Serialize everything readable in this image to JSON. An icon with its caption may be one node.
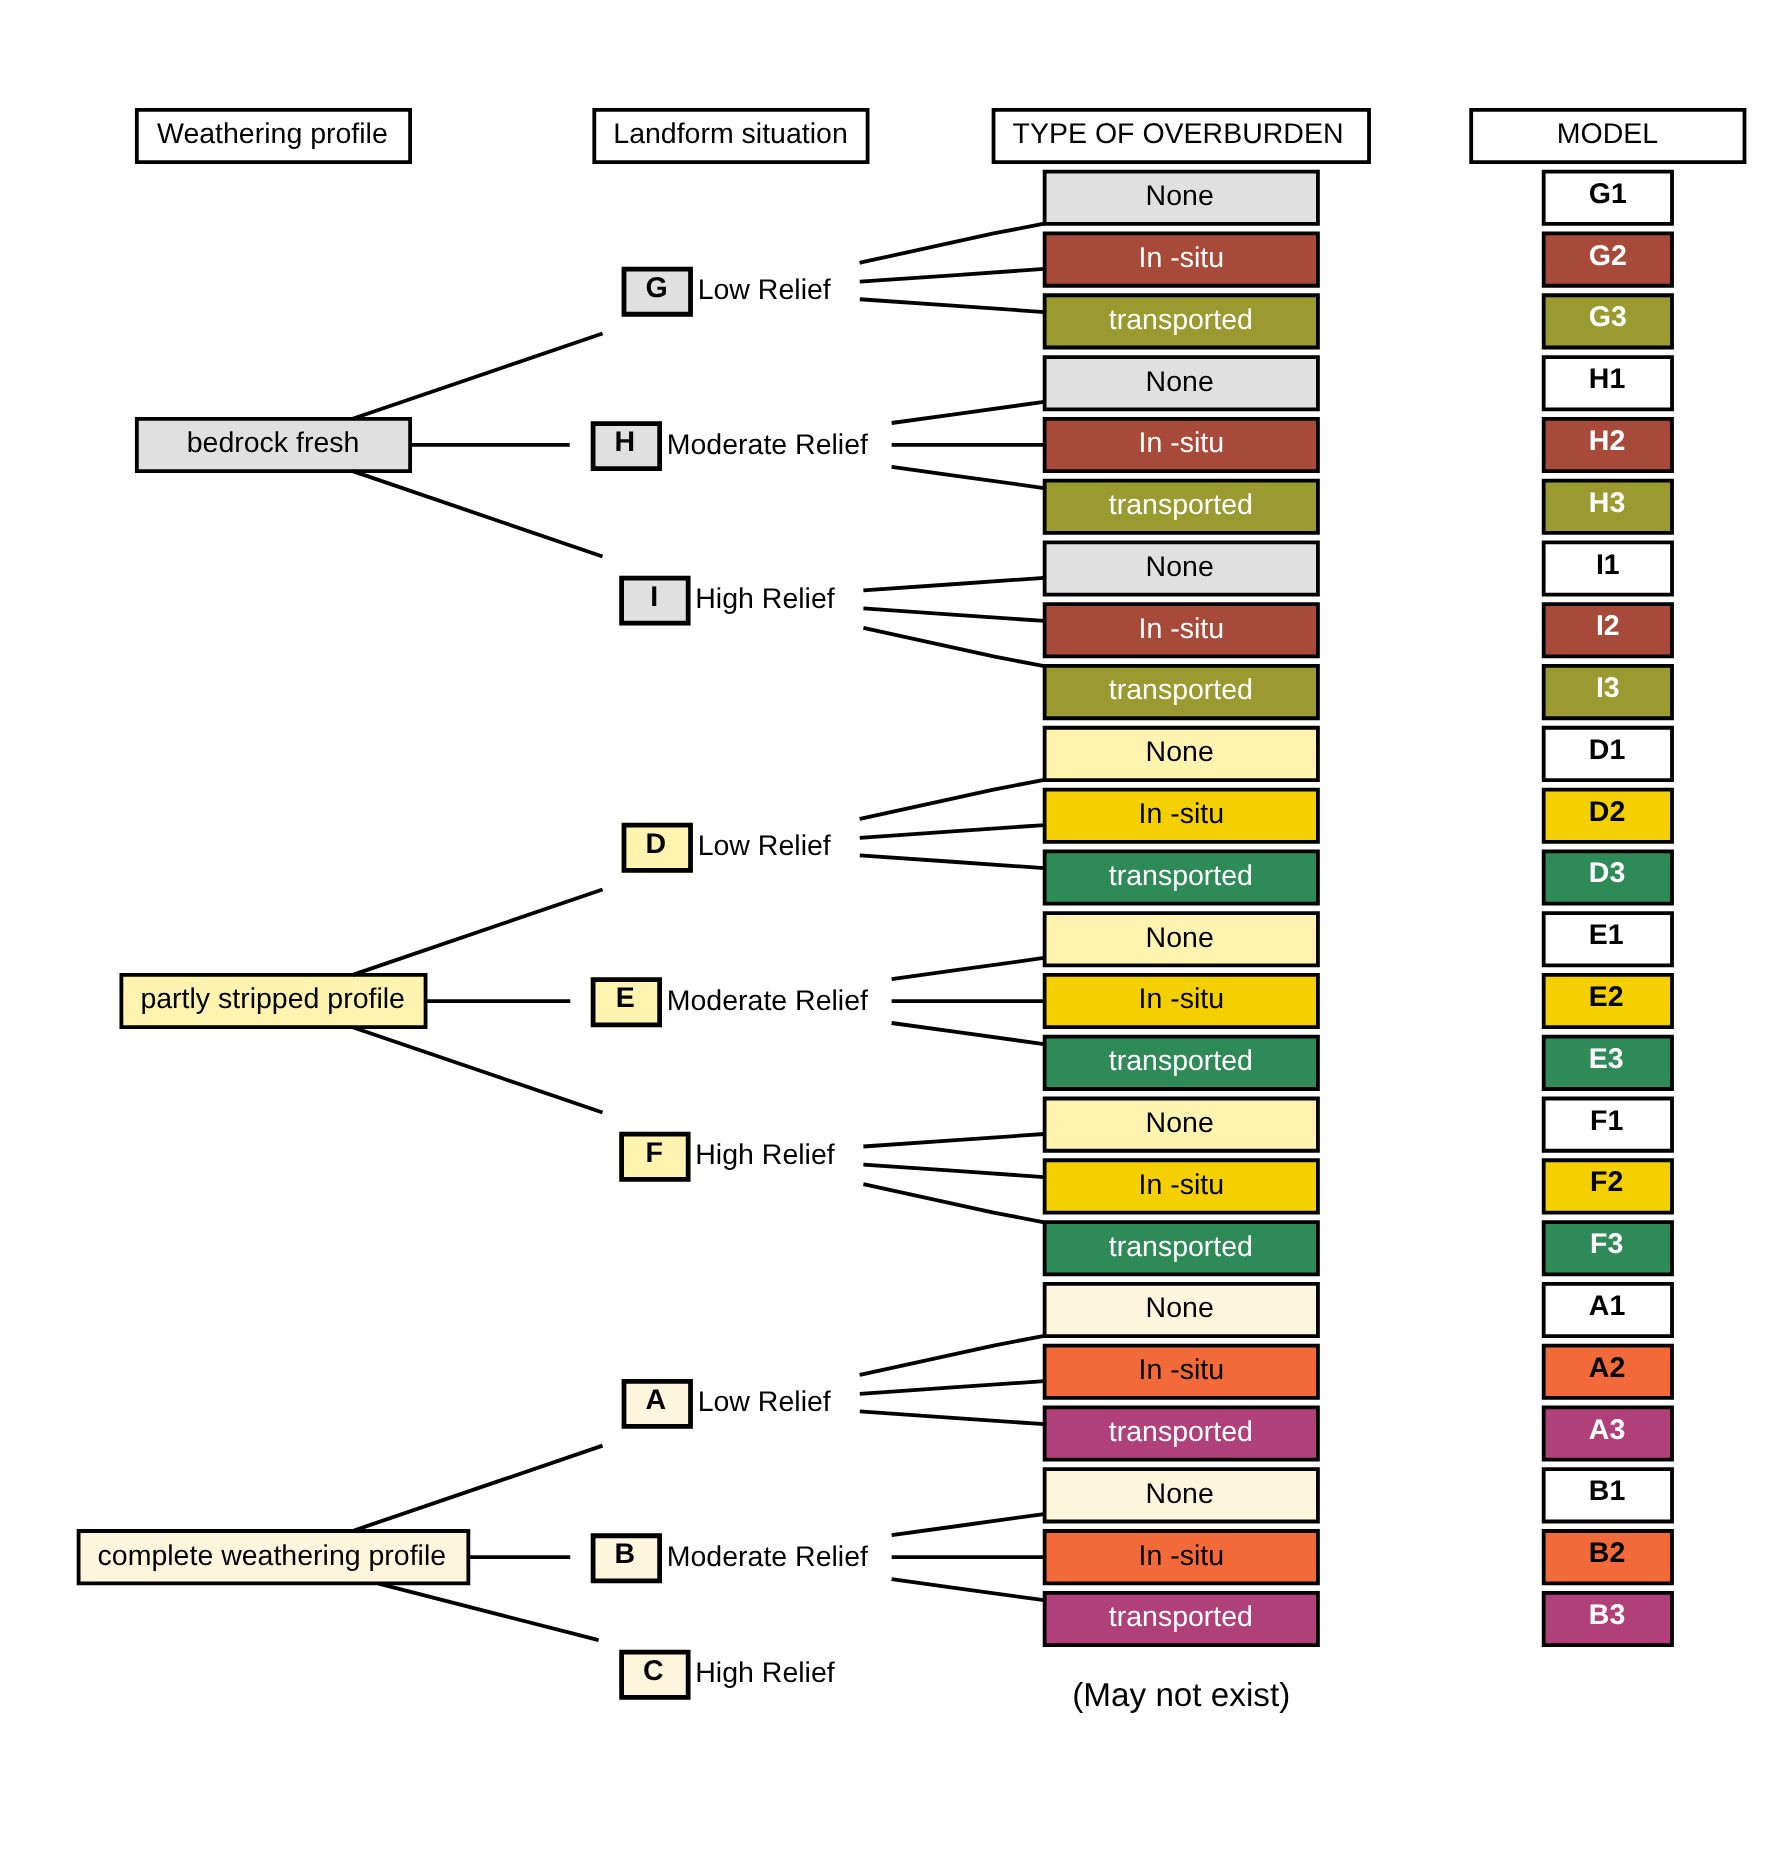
{
  "diagram": {
    "nodes": [
      {
        "text": [
          "Weathering profile"
        ]
      },
      {
        "text": [
          "Landform situation"
        ]
      },
      {
        "text": [
          "TYPE OF OVERBURDEN"
        ]
      },
      {
        "text": [
          "MODEL"
        ]
      },
      {
        "text": [
          "complete weathering profile"
        ]
      },
      {
        "text": [
          "partly stripped profile"
        ]
      },
      {
        "text": [
          "bedrock fresh"
        ]
      },
      {
        "text": [
          "A"
        ],
        "beside": [
          "Low Relief"
        ]
      },
      {
        "text": [
          "B"
        ],
        "beside": [
          "Moderate Relief"
        ]
      },
      {
        "text": [
          "C"
        ],
        "beside": [
          "High Relief"
        ]
      },
      {
        "text": [
          "D"
        ],
        "beside": [
          "Low Relief"
        ]
      },
      {
        "text": [
          "E"
        ],
        "beside": [
          "Moderate Relief"
        ]
      },
      {
        "text": [
          "F"
        ],
        "beside": [
          "High Relief"
        ]
      },
      {
        "text": [
          "G"
        ],
        "beside": [
          "Low Relief"
        ]
      },
      {
        "text": [
          "H"
        ],
        "beside": [
          "Moderate Relief"
        ]
      },
      {
        "text": [
          "I"
        ],
        "beside": [
          "High Relief"
        ]
      },
      {
        "text": [
          "None"
        ]
      },
      {
        "text": [
          "In -situ"
        ]
      },
      {
        "text": [
          "transported"
        ]
      },
      {
        "text": [
          "None"
        ]
      },
      {
        "text": [
          "In -situ"
        ]
      },
      {
        "text": [
          "transported"
        ]
      },
      {
        "text": [
          "None"
        ]
      },
      {
        "text": [
          "In -situ"
        ]
      },
      {
        "text": [
          "transported"
        ]
      },
      {
        "text": [
          "None"
        ]
      },
      {
        "text": [
          "In -situ"
        ]
      },
      {
        "text": [
          "transported"
        ]
      },
      {
        "text": [
          "None"
        ]
      },
      {
        "text": [
          "In -situ"
        ]
      },
      {
        "text": [
          "transported"
        ]
      },
      {
        "text": [
          "None"
        ]
      },
      {
        "text": [
          "In -situ"
        ]
      },
      {
        "text": [
          "transported"
        ]
      },
      {
        "text": [
          "None"
        ]
      },
      {
        "text": [
          "In -situ"
        ]
      },
      {
        "text": [
          "transported"
        ]
      },
      {
        "text": [
          "None"
        ]
      },
      {
        "text": [
          "In -situ"
        ]
      },
      {
        "text": [
          "transported"
        ]
      },
      {
        "text": [
          "A1"
        ]
      },
      {
        "text": [
          "A2"
        ]
      },
      {
        "text": [
          "A3"
        ]
      },
      {
        "text": [
          "B1"
        ]
      },
      {
        "text": [
          "B2"
        ]
      },
      {
        "text": [
          "B3"
        ]
      },
      {
        "text": [
          "D1"
        ]
      },
      {
        "text": [
          "D2"
        ]
      },
      {
        "text": [
          "D3"
        ]
      },
      {
        "text": [
          "E1"
        ]
      },
      {
        "text": [
          "E2"
        ]
      },
      {
        "text": [
          "E3"
        ]
      },
      {
        "text": [
          "F1"
        ]
      },
      {
        "text": [
          "F2"
        ]
      },
      {
        "text": [
          "F3"
        ]
      },
      {
        "text": [
          "G1"
        ]
      },
      {
        "text": [
          "G2"
        ]
      },
      {
        "text": [
          "G3"
        ]
      },
      {
        "text": [
          "H1"
        ]
      },
      {
        "text": [
          "H2"
        ]
      },
      {
        "text": [
          "H3"
        ]
      },
      {
        "text": [
          "I1"
        ]
      },
      {
        "text": [
          "I2"
        ]
      },
      {
        "text": [
          "I3"
        ]
      }
    ],
    "edges": [
      {
        "from": 4,
        "to": 7,
        "arrow": "none"
      },
      {
        "from": 4,
        "to": 8,
        "arrow": "none"
      },
      {
        "from": 4,
        "to": 9,
        "arrow": "none"
      },
      {
        "from": 5,
        "to": 10,
        "arrow": "none"
      },
      {
        "from": 5,
        "to": 11,
        "arrow": "none"
      },
      {
        "from": 5,
        "to": 12,
        "arrow": "none"
      },
      {
        "from": 6,
        "to": 13,
        "arrow": "none"
      },
      {
        "from": 6,
        "to": 14,
        "arrow": "none"
      },
      {
        "from": 6,
        "to": 15,
        "arrow": "none"
      },
      {
        "from": 7,
        "to": 16,
        "arrow": "none"
      },
      {
        "from": 7,
        "to": 17,
        "arrow": "none"
      },
      {
        "from": 7,
        "to": 18,
        "arrow": "none"
      },
      {
        "from": 8,
        "to": 19,
        "arrow": "none"
      },
      {
        "from": 8,
        "to": 20,
        "arrow": "none"
      },
      {
        "from": 8,
        "to": 21,
        "arrow": "none"
      },
      {
        "from": 10,
        "to": 22,
        "arrow": "none"
      },
      {
        "from": 10,
        "to": 23,
        "arrow": "none"
      },
      {
        "from": 10,
        "to": 24,
        "arrow": "none"
      },
      {
        "from": 11,
        "to": 25,
        "arrow": "none"
      },
      {
        "from": 11,
        "to": 26,
        "arrow": "none"
      },
      {
        "from": 11,
        "to": 27,
        "arrow": "none"
      },
      {
        "from": 12,
        "to": 28,
        "arrow": "none"
      },
      {
        "from": 12,
        "to": 29,
        "arrow": "none"
      },
      {
        "from": 12,
        "to": 30,
        "arrow": "none"
      },
      {
        "from": 13,
        "to": 31,
        "arrow": "none"
      },
      {
        "from": 13,
        "to": 32,
        "arrow": "none"
      },
      {
        "from": 13,
        "to": 33,
        "arrow": "none"
      },
      {
        "from": 14,
        "to": 34,
        "arrow": "none"
      },
      {
        "from": 14,
        "to": 35,
        "arrow": "none"
      },
      {
        "from": 14,
        "to": 36,
        "arrow": "none"
      },
      {
        "from": 15,
        "to": 37,
        "arrow": "none"
      },
      {
        "from": 15,
        "to": 38,
        "arrow": "none"
      },
      {
        "from": 15,
        "to": 39,
        "arrow": "none"
      }
    ],
    "labels": [
      "(May not exist)"
    ]
  }
}
